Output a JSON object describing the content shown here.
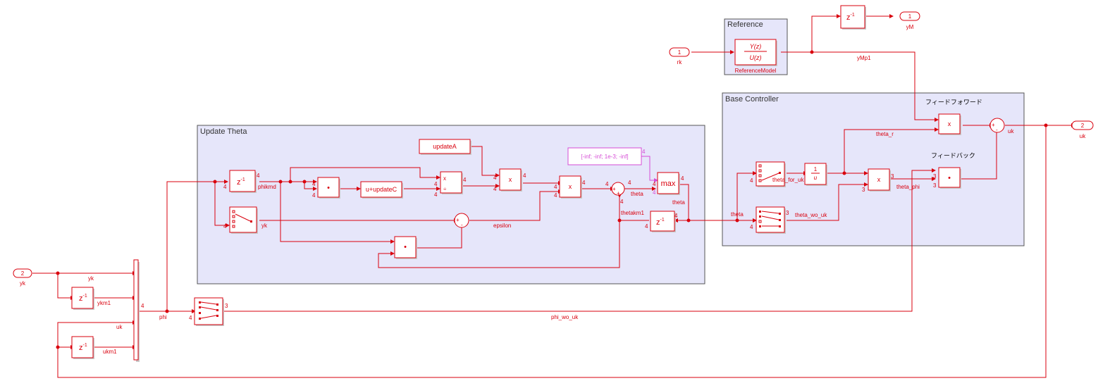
{
  "subsystems": {
    "update_theta": "Update Theta",
    "reference": "Reference",
    "base_controller": "Base Controller"
  },
  "ports": {
    "in_yk": {
      "num": "2",
      "name": "yk"
    },
    "in_rk": {
      "num": "1",
      "name": "rk"
    },
    "out_yM": {
      "num": "1",
      "name": "yM"
    },
    "out_uk": {
      "num": "2",
      "name": "uk"
    }
  },
  "blocks": {
    "delay": "z",
    "delay_exp": "-1",
    "product": "x",
    "divide_x": "x",
    "divide_div": "÷",
    "dot": "•",
    "updateA": "updateA",
    "updateC": "u+updateC",
    "max": "max",
    "constant": "[-inf; -inf; 1e-3; -inf]",
    "tf_num": "Y(z)",
    "tf_den": "U(z)",
    "tf_name": "ReferenceModel",
    "recip_num": "1",
    "recip_den": "u",
    "plus": "+",
    "minus": "-"
  },
  "signals": {
    "yk": "yk",
    "ykm1": "ykm1",
    "uk": "uk",
    "ukm1": "ukm1",
    "phi": "phi",
    "phi_wo_uk": "phi_wo_uk",
    "phikmd": "phikmd",
    "epsilon": "epsilon",
    "theta": "theta",
    "thetakm1": "thetakm1",
    "theta_for_uk": "theta_for_uk",
    "theta_wo_uk": "theta_wo_uk",
    "theta_r": "theta_r",
    "theta_phi": "theta_phi",
    "yMp1": "yMp1",
    "feedforward": "フィードフォワード",
    "feedback": "フィードバック"
  },
  "dims": {
    "four": "4",
    "three": "3"
  }
}
